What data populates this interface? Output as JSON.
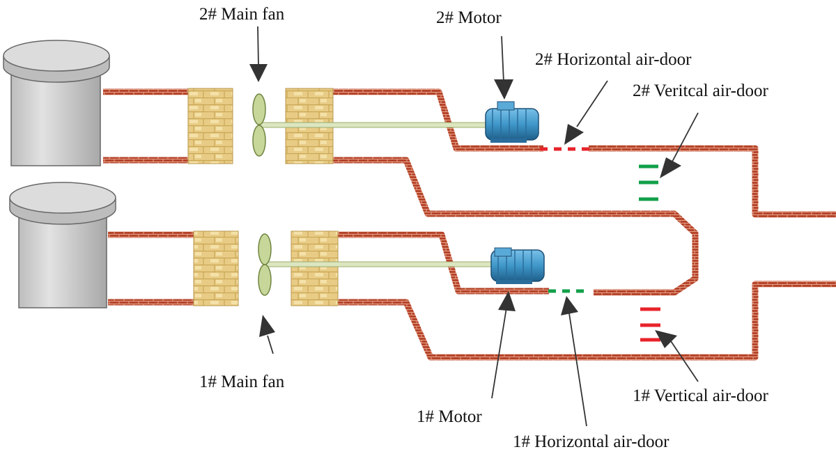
{
  "labels": {
    "main_fan_2": "2# Main fan",
    "motor_2": "2# Motor",
    "horizontal_door_2": "2# Horizontal air-door",
    "vertical_door_2": "2# Veritcal air-door",
    "main_fan_1": "1# Main fan",
    "motor_1": "1# Motor",
    "horizontal_door_1": "1# Horizontal air-door",
    "vertical_door_1": "1# Vertical air-door"
  },
  "states": {
    "door_2_color": "#e8232b",
    "door_1_color": "#12a04a",
    "vertical_2_color": "#12a04a",
    "vertical_1_color": "#e8232b"
  },
  "colors": {
    "brick": "#b5442a",
    "brick_light": "#d6785a",
    "wall_block": "#e8cc86",
    "fan_blade": "#c7d79a",
    "shaft": "#dce6c0",
    "motor": "#3f97c9",
    "tank": "#cfcfcf"
  }
}
